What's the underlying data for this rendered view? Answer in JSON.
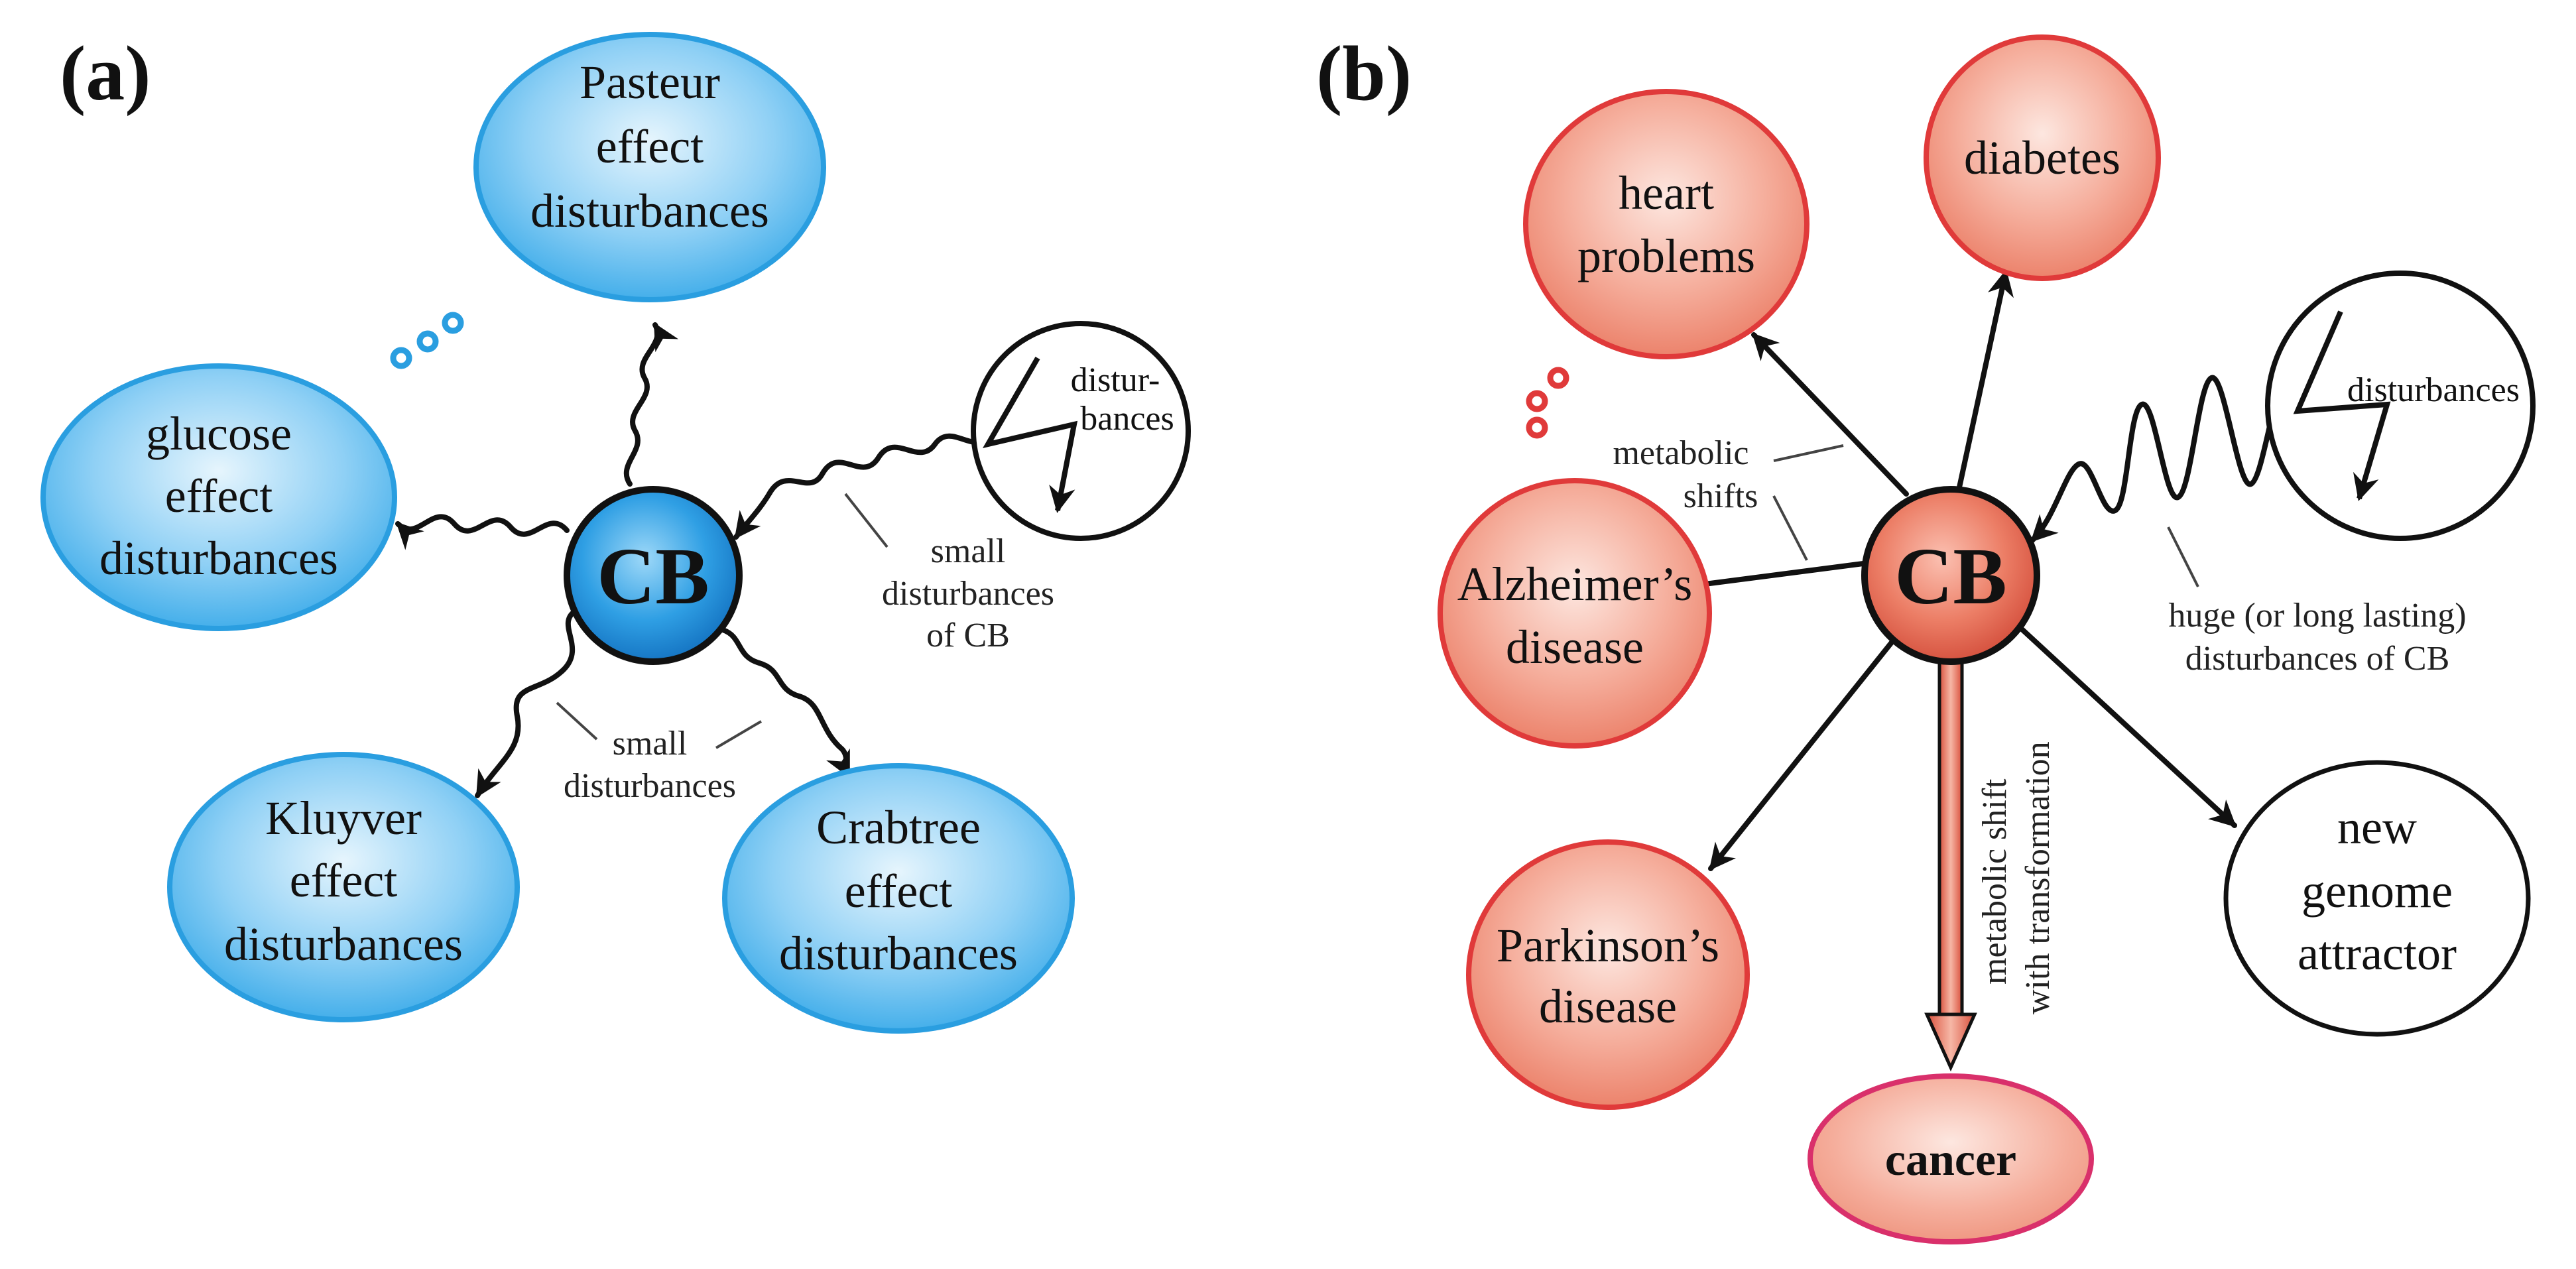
{
  "panel_a": {
    "label": "(a)",
    "center": "CB",
    "nodes": {
      "pasteur": [
        "Pasteur",
        "effect",
        "disturbances"
      ],
      "glucose": [
        "glucose",
        "effect",
        "disturbances"
      ],
      "kluyver": [
        "Kluyver",
        "effect",
        "disturbances"
      ],
      "crabtree": [
        "Crabtree",
        "effect",
        "disturbances"
      ]
    },
    "disturbance_label": [
      "distur-",
      "bances"
    ],
    "note_small_cb": [
      "small",
      "disturbances",
      "of CB"
    ],
    "note_small": [
      "small",
      "disturbances"
    ]
  },
  "panel_b": {
    "label": "(b)",
    "center": "CB",
    "nodes": {
      "heart": [
        "heart",
        "problems"
      ],
      "diabetes": [
        "diabetes"
      ],
      "alzheimer": [
        "Alzheimer’s",
        "disease"
      ],
      "parkinson": [
        "Parkinson’s",
        "disease"
      ],
      "cancer": [
        "cancer"
      ],
      "genome": [
        "new",
        "genome",
        "attractor"
      ]
    },
    "disturbance_label": "disturbances",
    "note_metabolic": [
      "metabolic",
      "shifts"
    ],
    "note_huge": [
      "huge (or long lasting)",
      "disturbances of CB"
    ],
    "note_transformation": [
      "metabolic shift",
      "with transformation"
    ]
  },
  "colors": {
    "blue_fill": "#5bb6ec",
    "blue_stroke": "#2a9ee0",
    "red_fill": "#ee8b76",
    "red_stroke": "#e03a3a",
    "cancer_stroke": "#d9306b",
    "black": "#111111"
  },
  "icons": {
    "dots": "three-small-circles-continuation",
    "lightning": "lightning-bolt-arrow"
  }
}
